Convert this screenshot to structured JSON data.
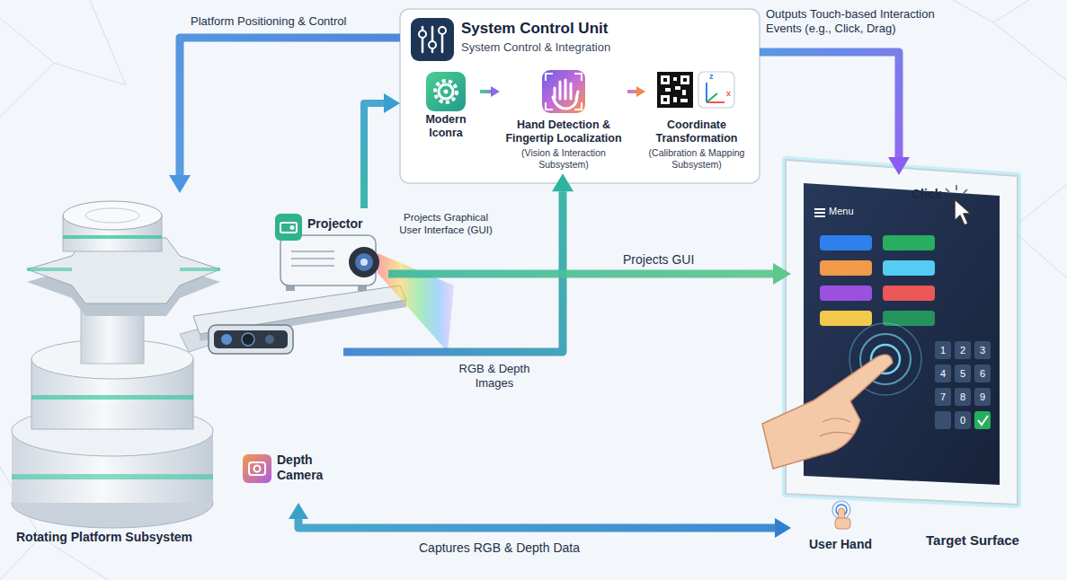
{
  "diagram": {
    "nodes": [
      {
        "text": [
          "System Control Unit",
          "System Control & Integration"
        ]
      },
      {
        "text": [
          "Modern Iconra"
        ],
        "in": 0
      },
      {
        "text": [
          "Hand Detection & Fingertip Localization",
          "(Vision & Interaction Subsystem)"
        ],
        "in": 0
      },
      {
        "text": [
          "Coordinate Transformation",
          "(Calibration & Mapping Subsystem)"
        ],
        "in": 0
      },
      {
        "text": [
          "Rotating Platform Subsystem"
        ]
      },
      {
        "text": [
          "Projector"
        ]
      },
      {
        "text": [
          "Depth Camera"
        ]
      },
      {
        "text": [
          "Target Surface"
        ]
      },
      {
        "text": [
          "User Hand"
        ]
      }
    ],
    "edges": [
      {
        "from": 0,
        "to": 4,
        "label": "Platform Positioning & Control",
        "arrow": "to"
      },
      {
        "from": 5,
        "to": 0,
        "arrow": "to"
      },
      {
        "from": 1,
        "to": 2,
        "arrow": "to"
      },
      {
        "from": 2,
        "to": 3,
        "arrow": "to"
      },
      {
        "from": 0,
        "to": 7,
        "label": "Outputs Touch-based Interaction Events (e.g., Click, Drag)",
        "arrow": "to"
      },
      {
        "from": 6,
        "to": 2,
        "label": "RGB & Depth Images",
        "arrow": "to"
      },
      {
        "from": 5,
        "to": 7,
        "label": "Projects GUI",
        "arrow": "to"
      },
      {
        "from": 6,
        "to": 8,
        "label": "Captures RGB & Depth Data",
        "arrow": "both"
      }
    ],
    "labels": [
      "Projects Graphical User Interface (GUI)",
      "Click",
      "Menu",
      "1",
      "2",
      "3",
      "4",
      "5",
      "6",
      "7",
      "8",
      "9",
      "0",
      "z",
      "x"
    ]
  }
}
